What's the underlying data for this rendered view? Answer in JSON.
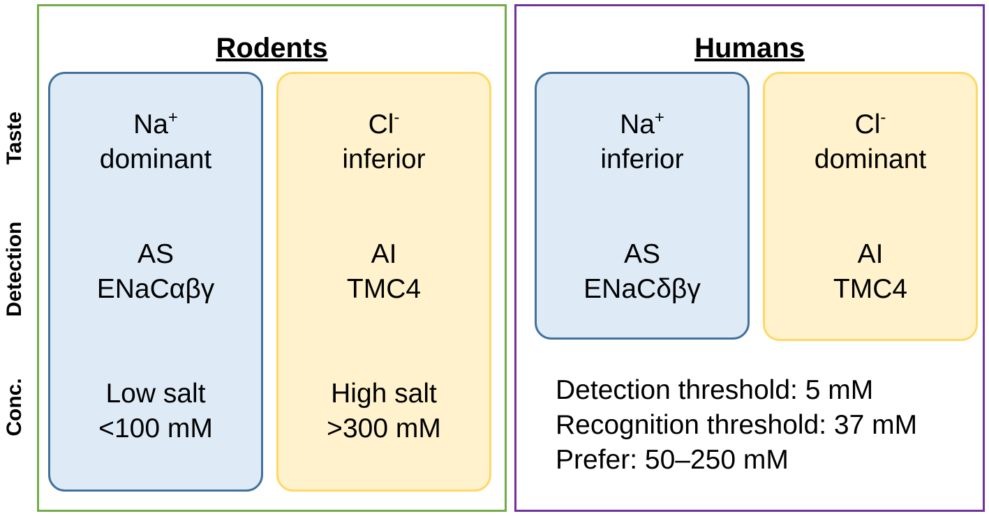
{
  "row_labels": {
    "taste": "Taste",
    "detection": "Detection",
    "conc": "Conc."
  },
  "rodents": {
    "title": "Rodents",
    "na": {
      "taste_ion": "Na",
      "taste_charge": "+",
      "taste_level": "dominant",
      "detection_type": "AS",
      "detection_receptor": "ENaCαβγ",
      "conc_line1": "Low salt",
      "conc_line2": "<100 mM"
    },
    "cl": {
      "taste_ion": "Cl",
      "taste_charge": "-",
      "taste_level": "inferior",
      "detection_type": "AI",
      "detection_receptor": "TMC4",
      "conc_line1": "High salt",
      "conc_line2": ">300 mM"
    }
  },
  "humans": {
    "title": "Humans",
    "na": {
      "taste_ion": "Na",
      "taste_charge": "+",
      "taste_level": "inferior",
      "detection_type": "AS",
      "detection_receptor": "ENaCδβγ"
    },
    "cl": {
      "taste_ion": "Cl",
      "taste_charge": "-",
      "taste_level": "dominant",
      "detection_type": "AI",
      "detection_receptor": "TMC4"
    },
    "thresholds": [
      "Detection threshold: 5 mM",
      "Recognition threshold: 37 mM",
      "Prefer: 50–250 mM"
    ]
  },
  "colors": {
    "rodents_border": "#70ad47",
    "humans_border": "#7030a0",
    "na_fill": "#deebf7",
    "na_border": "#41719c",
    "cl_fill": "#fff2cc",
    "cl_border": "#ffd966"
  }
}
